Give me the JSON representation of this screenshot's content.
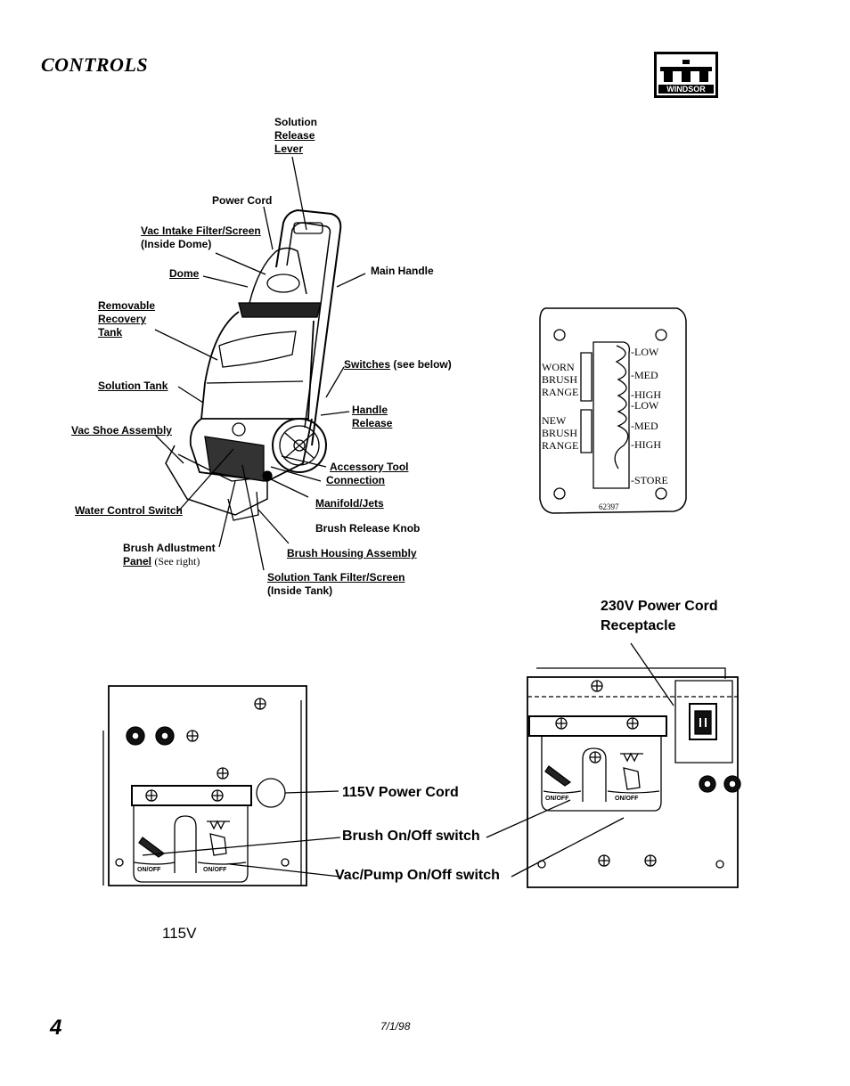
{
  "header": {
    "title": "CONTROLS",
    "brand": "WINDSOR"
  },
  "machine_labels": {
    "solution_release_lever_1": "Solution",
    "solution_release_lever_2": "Release",
    "solution_release_lever_3": "Lever",
    "power_cord": "Power Cord",
    "vac_intake_filter": "Vac Intake Filter/Screen",
    "vac_intake_filter_note": "(Inside Dome)",
    "dome": "Dome",
    "main_handle": "Main Handle",
    "removable_recovery_tank_1": "Removable",
    "removable_recovery_tank_2": "Recovery",
    "removable_recovery_tank_3": "Tank",
    "switches": "Switches",
    "switches_note": "(see below)",
    "solution_tank": "Solution Tank",
    "handle_release_1": "Handle",
    "handle_release_2": "Release",
    "vac_shoe_assembly": "Vac Shoe Assembly",
    "accessory_tool_1": "Accessory Tool",
    "accessory_tool_2": "Connection",
    "water_control_switch": "Water Control Switch",
    "manifold_jets": "Manifold/Jets",
    "brush_release_knob": "Brush Release Knob",
    "brush_adjustment_1": "Brush Adlustment",
    "brush_adjustment_2": "Panel",
    "brush_adjustment_note": "(See right)",
    "brush_housing_assembly": "Brush Housing Assembly",
    "solution_tank_filter": "Solution Tank Filter/Screen",
    "solution_tank_filter_note": "(Inside Tank)"
  },
  "brush_panel": {
    "worn_1": "WORN",
    "worn_2": "BRUSH",
    "worn_3": "RANGE",
    "new_1": "NEW",
    "new_2": "BRUSH",
    "new_3": "RANGE",
    "low_1": "-LOW",
    "med_1": "-MED",
    "high_1": "-HIGH",
    "low_2": "-LOW",
    "med_2": "-MED",
    "high_2": "-HIGH",
    "store": "-STORE",
    "part_number": "62397"
  },
  "panels": {
    "cord_230v_1": "230V Power  Cord",
    "cord_230v_2": "Receptacle",
    "cord_115v": "115V Power Cord",
    "brush_switch": "Brush On/Off switch",
    "vac_pump_switch": "Vac/Pump On/Off switch",
    "on_off": "ON/OFF",
    "caption_115v": "115V"
  },
  "footer": {
    "page": "4",
    "date": "7/1/98"
  }
}
